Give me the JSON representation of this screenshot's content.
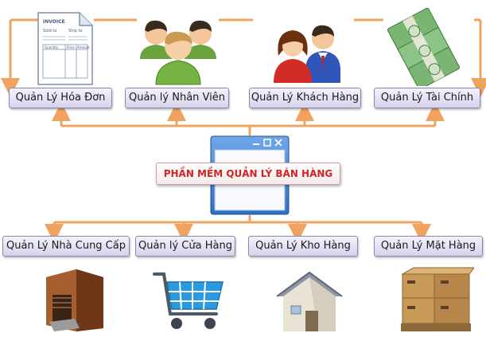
{
  "center": {
    "title": "PHẦN MỀM QUẢN LÝ BÁN HÀNG",
    "window_icon": "application-window-icon"
  },
  "top_modules": [
    {
      "label": "Quản Lý Hóa Đơn",
      "icon": "invoice-icon"
    },
    {
      "label": "Quản lý Nhân Viên",
      "icon": "employees-icon"
    },
    {
      "label": "Quản Lý Khách Hàng",
      "icon": "customers-icon"
    },
    {
      "label": "Quản Lý Tài Chính",
      "icon": "money-icon"
    }
  ],
  "bottom_modules": [
    {
      "label": "Quản Lý Nhà Cung Cấp",
      "icon": "supplier-icon"
    },
    {
      "label": "Quản lý Cửa Hàng",
      "icon": "shopping-cart-icon"
    },
    {
      "label": "Quản Lý Kho Hàng",
      "icon": "warehouse-icon"
    },
    {
      "label": "Quản Lý Mặt Hàng",
      "icon": "goods-boxes-icon"
    }
  ],
  "invoice_text": {
    "title": "INVOICE",
    "sold_to": "Sold to",
    "ship_to": "Ship to",
    "col1": "Quantity",
    "col2": "Price",
    "col3": "Amount"
  },
  "colors": {
    "connector": "#f0a35e",
    "center_title": "#d42424",
    "box_fill": "#dcd7ee",
    "box_border": "#8b87a8"
  }
}
